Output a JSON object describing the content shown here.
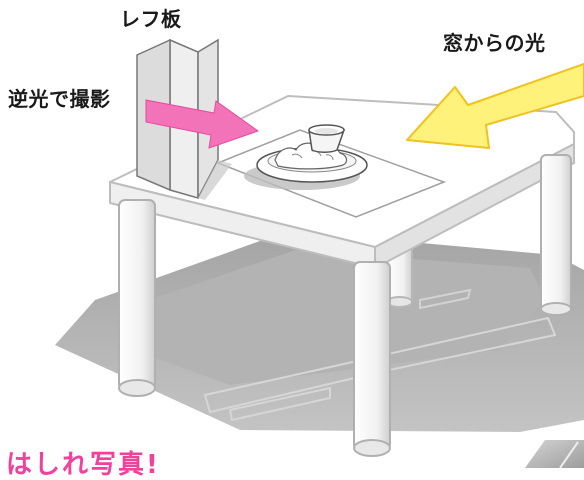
{
  "labels": {
    "reflector": "レフ板",
    "window_light": "窓からの光",
    "backlight_shooting": "逆光で撮影"
  },
  "caption": "はしれ写真!",
  "colors": {
    "window_light_arrow": "#fff27a",
    "window_light_arrow_outline": "#f0c21f",
    "reflected_arrow": "#f273b8",
    "caption_text": "#f0429a",
    "table_top": "#ffffff",
    "table_edge": "#e9e9e9",
    "floor_shadow": "#a8a8a8"
  }
}
